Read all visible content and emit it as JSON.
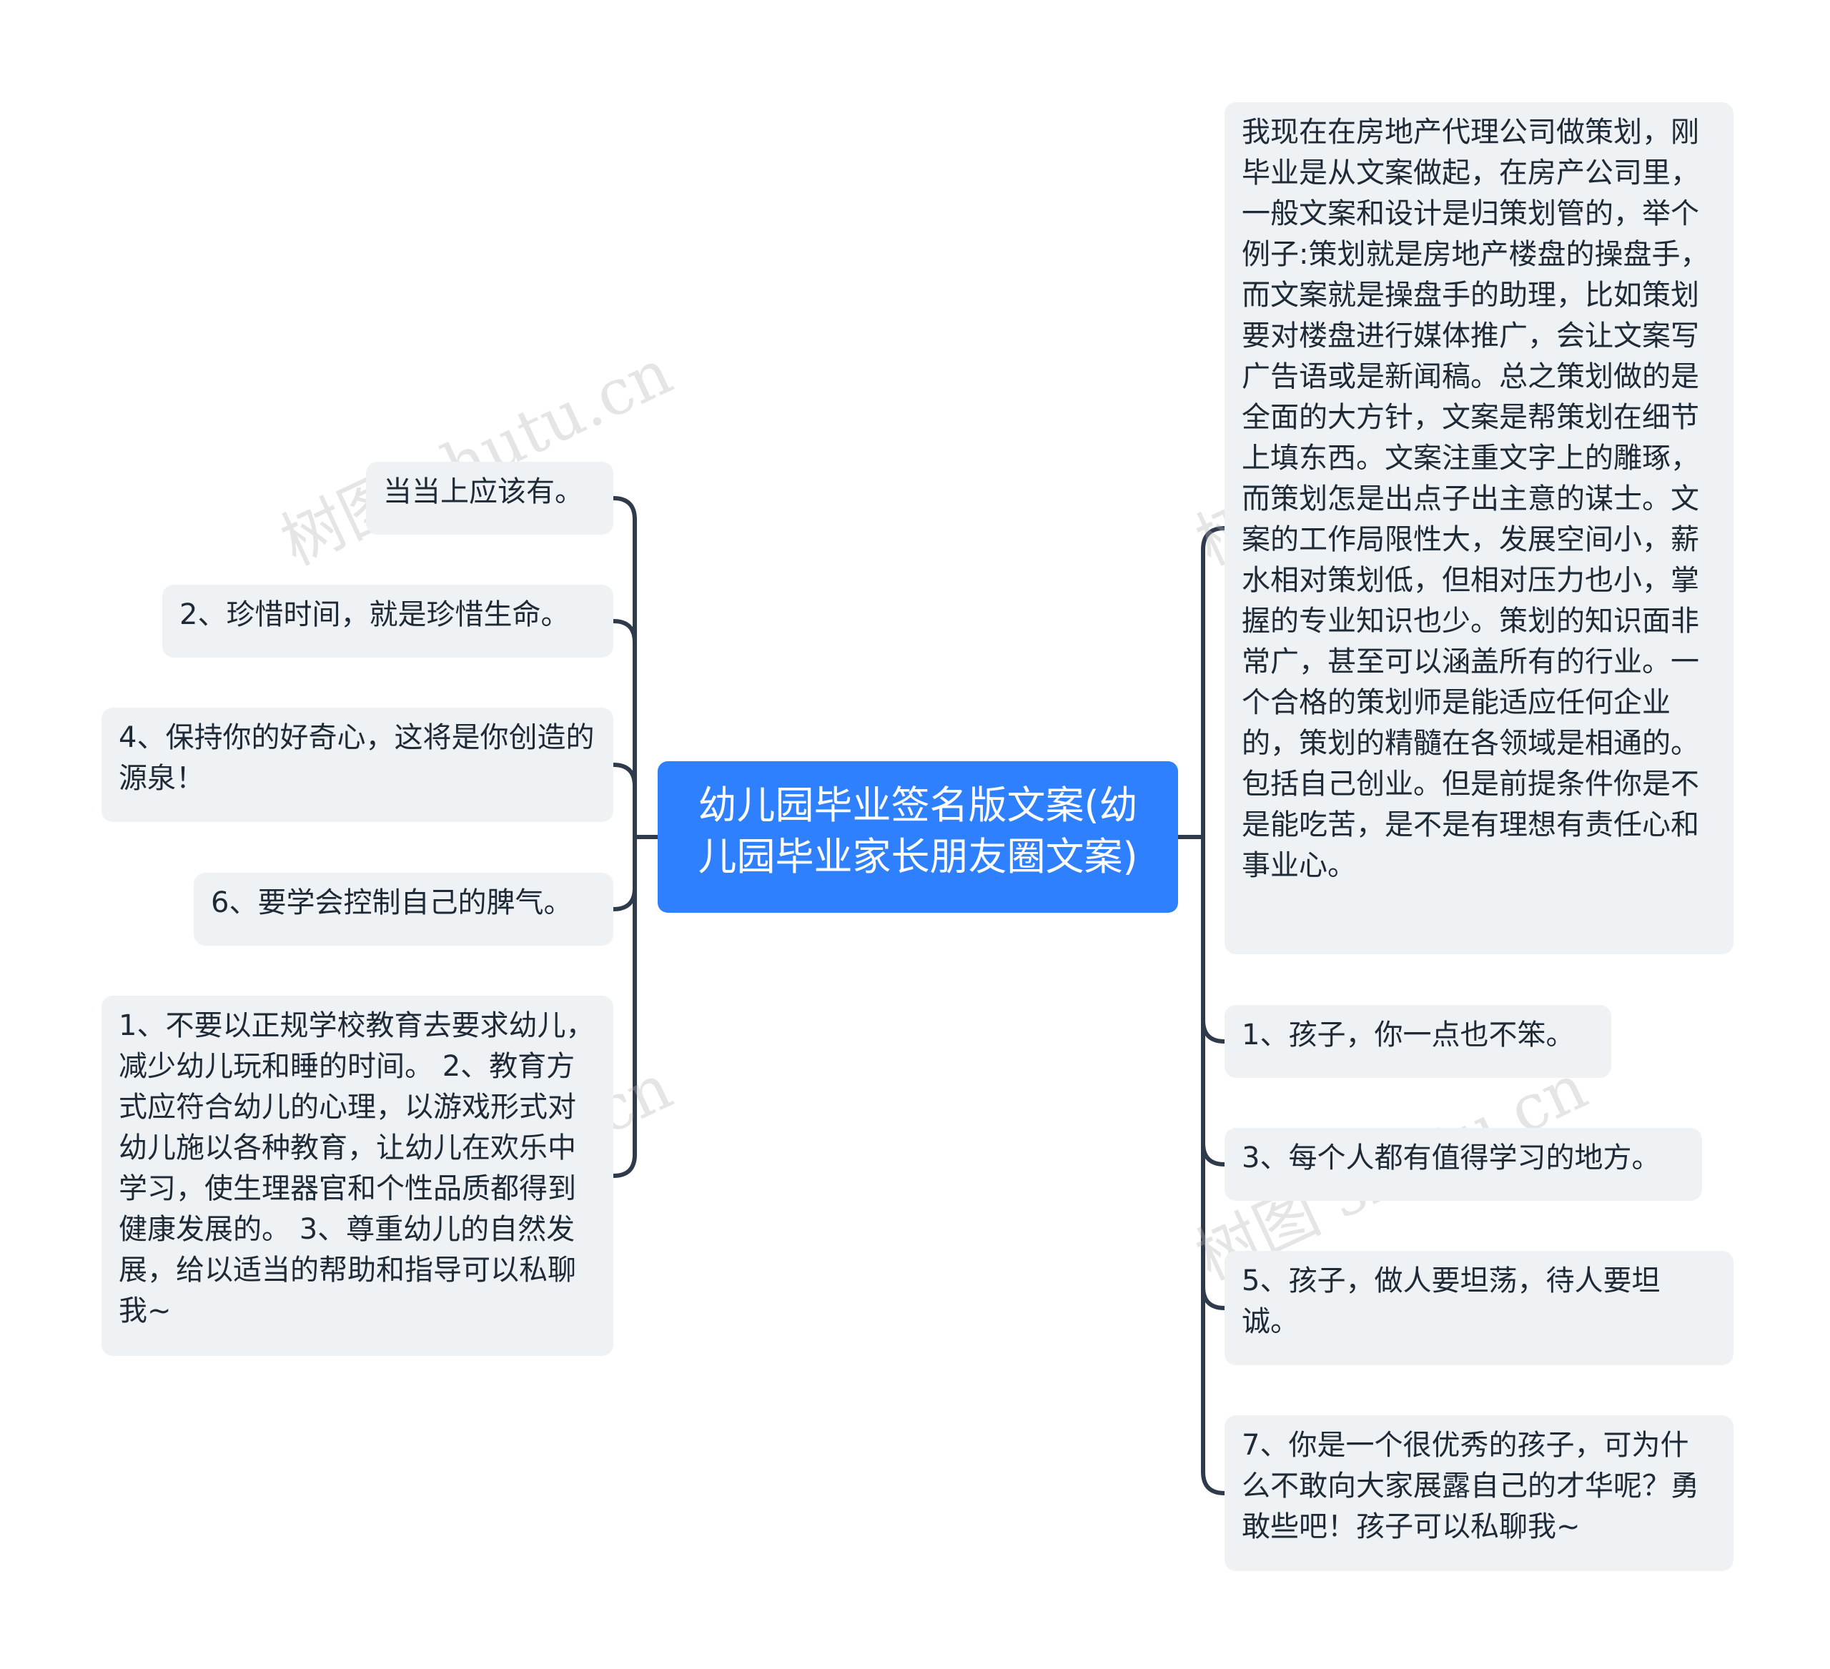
{
  "root": {
    "label": "幼儿园毕业签名版文案(幼儿园毕业家长朋友圈文案)"
  },
  "left_nodes": [
    {
      "text": "当当上应该有。"
    },
    {
      "text": "2、珍惜时间，就是珍惜生命。"
    },
    {
      "text": "4、保持你的好奇心，这将是你创造的源泉！"
    },
    {
      "text": "6、要学会控制自己的脾气。"
    },
    {
      "text": "1、不要以正规学校教育去要求幼儿，减少幼儿玩和睡的时间。 2、教育方式应符合幼儿的心理，以游戏形式对幼儿施以各种教育，让幼儿在欢乐中学习，使生理器官和个性品质都得到健康发展的。 3、尊重幼儿的自然发展，给以适当的帮助和指导可以私聊我~"
    }
  ],
  "right_nodes": [
    {
      "text": "我现在在房地产代理公司做策划，刚毕业是从文案做起，在房产公司里，一般文案和设计是归策划管的，举个例子:策划就是房地产楼盘的操盘手，而文案就是操盘手的助理，比如策划要对楼盘进行媒体推广，会让文案写广告语或是新闻稿。总之策划做的是全面的大方针，文案是帮策划在细节上填东西。文案注重文字上的雕琢，而策划怎是出点子出主意的谋士。文案的工作局限性大，发展空间小，薪水相对策划低，但相对压力也小，掌握的专业知识也少。策划的知识面非常广，甚至可以涵盖所有的行业。一个合格的策划师是能适应任何企业的，策划的精髓在各领域是相通的。包括自己创业。但是前提条件你是不是能吃苦，是不是有理想有责任心和事业心。"
    },
    {
      "text": "1、孩子，你一点也不笨。"
    },
    {
      "text": "3、每个人都有值得学习的地方。"
    },
    {
      "text": "5、孩子，做人要坦荡，待人要坦诚。"
    },
    {
      "text": "7、你是一个很优秀的孩子，可为什么不敢向大家展露自己的才华呢？勇敢些吧！孩子可以私聊我~"
    }
  ],
  "watermark": {
    "text": "树图 shutu.cn"
  },
  "colors": {
    "root_bg": "#2f80ff",
    "node_bg": "#eff2f5",
    "connector": "#2f3a4a",
    "text": "#1f2a37"
  }
}
